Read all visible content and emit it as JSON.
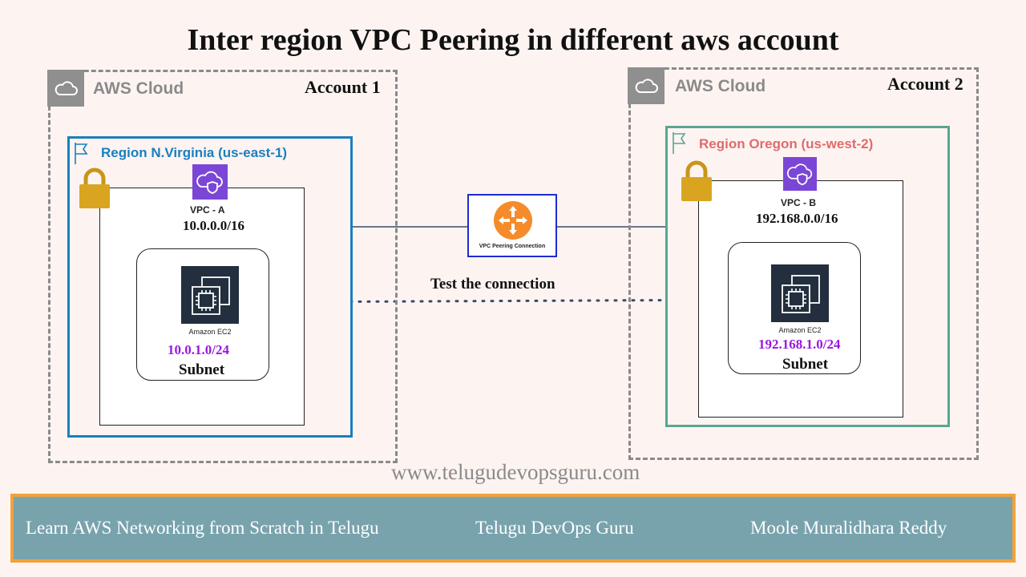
{
  "title": "Inter region VPC Peering  in different aws account",
  "colors": {
    "region_a": "#1a7fbe",
    "region_b_border": "#5aa592",
    "region_b_text": "#e06b6b",
    "subnet_cidr": "#9a18e0",
    "peering_border": "#1f2bd1",
    "peering_icon": "#f58b2b",
    "banner_bg": "#78a3ad",
    "banner_border": "#f2a23a"
  },
  "left": {
    "cloud_label": "AWS Cloud",
    "account_label": "Account 1",
    "region_label": "Region  N.Virginia (us-east-1)",
    "vpc_name": "VPC - A",
    "vpc_cidr": "10.0.0.0/16",
    "ec2_label": "Amazon EC2",
    "subnet_cidr": "10.0.1.0/24",
    "subnet_label": "Subnet"
  },
  "right": {
    "cloud_label": "AWS Cloud",
    "account_label": "Account 2",
    "region_label": "Region  Oregon (us-west-2)",
    "vpc_name": "VPC - B",
    "vpc_cidr": "192.168.0.0/16",
    "ec2_label": "Amazon EC2",
    "subnet_cidr": "192.168.1.0/24",
    "subnet_label": "Subnet"
  },
  "peering": {
    "label": "VPC Peering Connection",
    "icon": "router-icon"
  },
  "test_label": "Test the connection",
  "website": "www.telugudevopsguru.com",
  "banner": {
    "course": "Learn AWS Networking from Scratch in Telugu",
    "channel": "Telugu DevOps Guru",
    "author": "Moole Muralidhara Reddy"
  },
  "icons": [
    "cloud-icon",
    "flag-icon",
    "lock-icon",
    "vpc-shield-icon",
    "ec2-chip-icon",
    "router-icon"
  ]
}
